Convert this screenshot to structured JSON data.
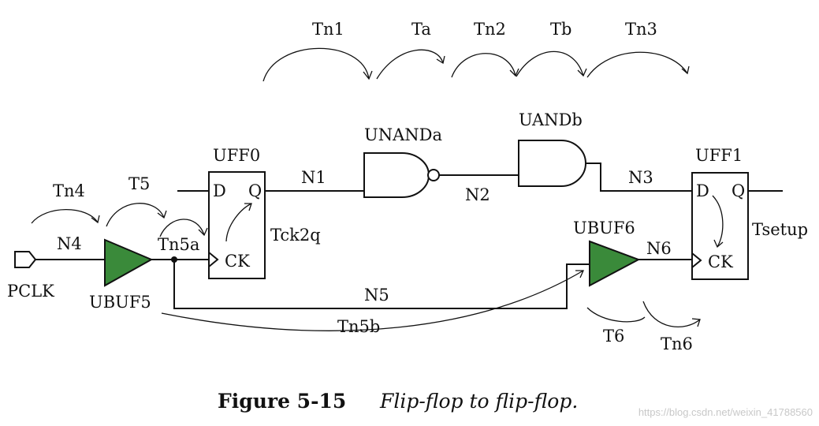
{
  "timing_arcs": {
    "tn1": "Tn1",
    "ta": "Ta",
    "tn2": "Tn2",
    "tb": "Tb",
    "tn3": "Tn3",
    "tn4": "Tn4",
    "t5": "T5",
    "tn5a": "Tn5a",
    "tck2q": "Tck2q",
    "tsetup": "Tsetup",
    "tn5b": "Tn5b",
    "t6": "T6",
    "tn6": "Tn6"
  },
  "cells": {
    "uff0": "UFF0",
    "uff1": "UFF1",
    "unanda": "UNANDa",
    "uandb": "UANDb",
    "ubuf5": "UBUF5",
    "ubuf6": "UBUF6",
    "pclk": "PCLK"
  },
  "nets": {
    "n1": "N1",
    "n2": "N2",
    "n3": "N3",
    "n4": "N4",
    "n5": "N5",
    "n6": "N6"
  },
  "pins": {
    "d": "D",
    "q": "Q",
    "ck": "CK"
  },
  "caption": {
    "number": "Figure 5-15",
    "title": "Flip-flop to flip-flop."
  },
  "watermark": "https://blog.csdn.net/weixin_41788560",
  "colors": {
    "buffer_fill": "#3a8a3a",
    "line": "#111111"
  }
}
